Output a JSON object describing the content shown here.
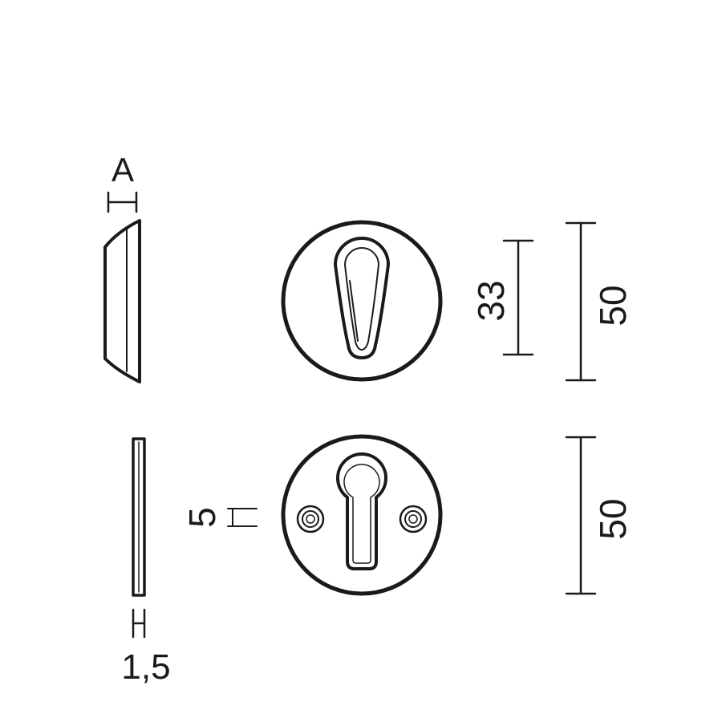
{
  "labels": {
    "thickness_a": "A",
    "thickness_plate": "1,5",
    "cylinder_height": "33",
    "rosette_diameter_top": "50",
    "rosette_diameter_bottom": "50",
    "screw_offset": "5"
  },
  "colors": {
    "line": "#1a1a1a",
    "background": "#ffffff"
  }
}
